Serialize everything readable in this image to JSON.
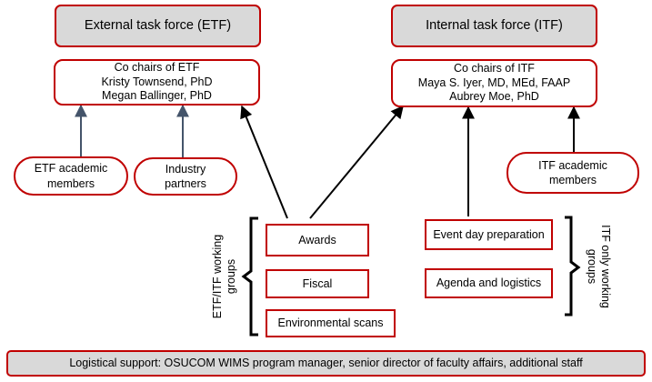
{
  "etf": {
    "title": "External task force (ETF)",
    "cochairs": [
      "Co chairs of ETF",
      "Kristy Townsend, PhD",
      "Megan Ballinger, PhD"
    ],
    "academic_members": [
      "ETF academic",
      "members"
    ],
    "industry_partners": [
      "Industry",
      "partners"
    ]
  },
  "itf": {
    "title": "Internal task force (ITF)",
    "cochairs": [
      "Co chairs of ITF",
      "Maya S. Iyer, MD, MEd, FAAP",
      "Aubrey Moe, PhD"
    ],
    "academic_members": [
      "ITF academic",
      "members"
    ]
  },
  "shared_groups": {
    "label": [
      "ETF/ITF working",
      "groups"
    ],
    "items": [
      "Awards",
      "Fiscal",
      "Environmental scans"
    ]
  },
  "itf_groups": {
    "label": [
      "ITF only working",
      "groups"
    ],
    "items": [
      "Event day preparation",
      "Agenda and logistics"
    ]
  },
  "support": {
    "text": "Logistical support: OSUCOM WIMS program manager, senior director of faculty affairs, additional staff"
  },
  "colors": {
    "box_border": "#c00000",
    "header_fill": "#d9d9d9",
    "arrow_dark": "#000000",
    "arrow_slate": "#44546a"
  }
}
